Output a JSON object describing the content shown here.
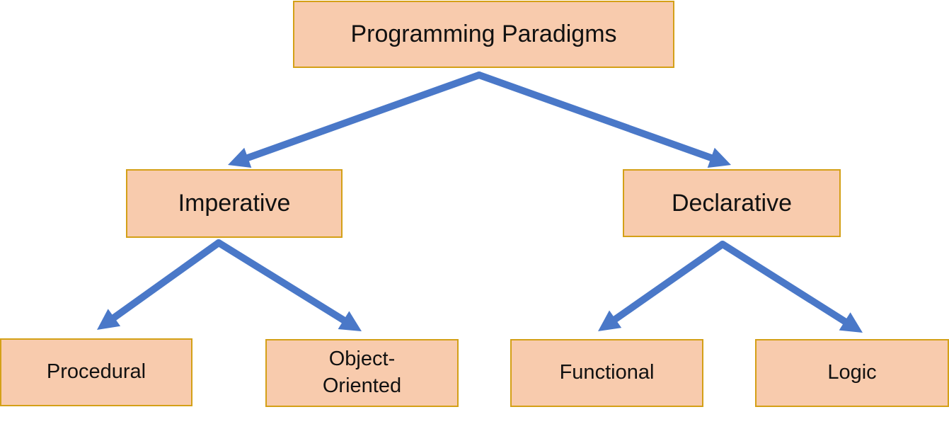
{
  "colors": {
    "node_fill": "#f8cbad",
    "node_border": "#d4a017",
    "arrow": "#4a78c8",
    "text": "#111111"
  },
  "nodes": {
    "root": "Programming Paradigms",
    "imperative": "Imperative",
    "declarative": "Declarative",
    "procedural": "Procedural",
    "oop": "Object-\nOriented",
    "functional": "Functional",
    "logic": "Logic"
  },
  "edges": [
    {
      "from": "root",
      "to": "imperative"
    },
    {
      "from": "root",
      "to": "declarative"
    },
    {
      "from": "imperative",
      "to": "procedural"
    },
    {
      "from": "imperative",
      "to": "oop"
    },
    {
      "from": "declarative",
      "to": "functional"
    },
    {
      "from": "declarative",
      "to": "logic"
    }
  ]
}
